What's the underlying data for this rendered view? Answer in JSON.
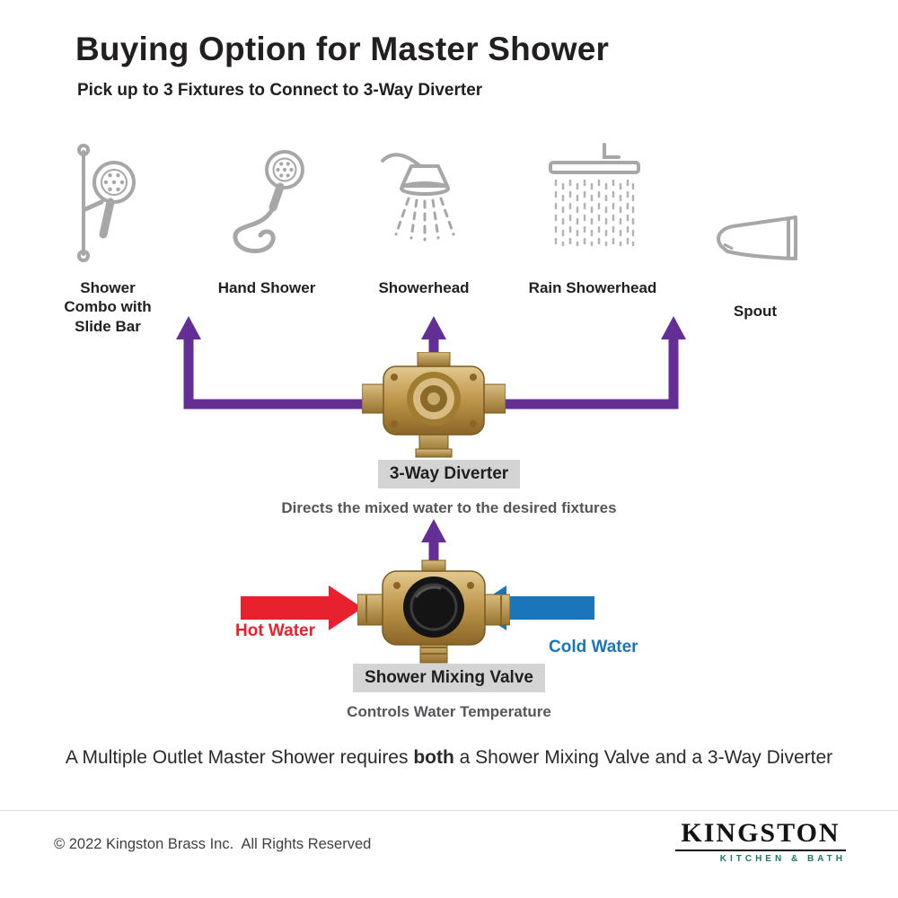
{
  "page": {
    "title": "Buying Option for Master Shower",
    "subtitle": "Pick up to 3 Fixtures to Connect to 3-Way Diverter"
  },
  "fixtures": [
    {
      "label": "Shower Combo with Slide Bar",
      "icon": "shower-combo-slide-bar-icon"
    },
    {
      "label": "Hand Shower",
      "icon": "hand-shower-icon"
    },
    {
      "label": "Showerhead",
      "icon": "showerhead-icon"
    },
    {
      "label": "Rain Showerhead",
      "icon": "rain-showerhead-icon"
    },
    {
      "label": "Spout",
      "icon": "tub-spout-icon"
    }
  ],
  "diverter": {
    "label": "3-Way Diverter",
    "caption": "Directs the mixed water to the desired fixtures"
  },
  "mixing_valve": {
    "label": "Shower Mixing Valve",
    "caption": "Controls Water Temperature",
    "hot_label": "Hot Water",
    "cold_label": "Cold Water"
  },
  "summary": {
    "prefix": "A Multiple Outlet Master Shower requires ",
    "bold": "both",
    "suffix": " a Shower Mixing Valve and a 3-Way Diverter"
  },
  "footer": {
    "copyright": "© 2022 Kingston Brass Inc.  All Rights Reserved",
    "brand": "KINGSTON",
    "brand_sub": "KITCHEN & BATH"
  },
  "colors": {
    "arrow_purple": "#642f95",
    "hot_red": "#e8212e",
    "cold_blue": "#1b75bb",
    "caption_gray": "#55565a",
    "chip_background": "#d4d4d4",
    "brass": "#c8a14f",
    "icon_gray": "#a7a7a8"
  }
}
